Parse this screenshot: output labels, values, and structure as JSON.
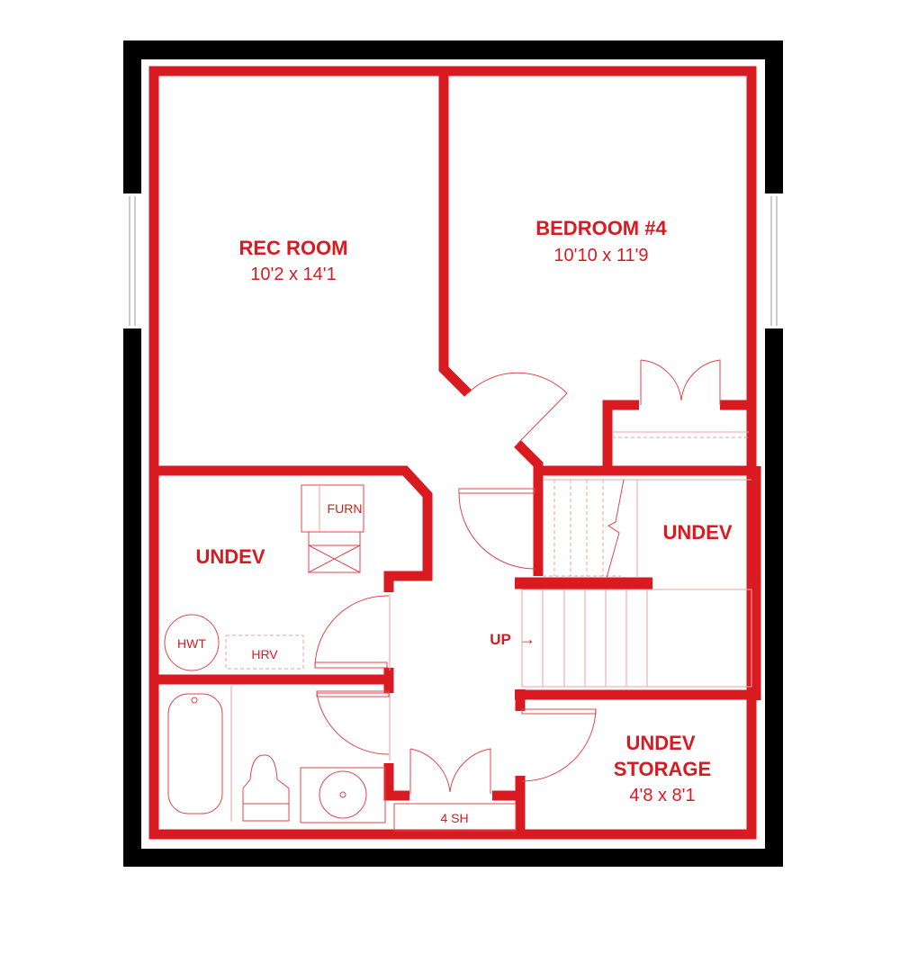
{
  "colors": {
    "wall": "#d91a21",
    "exterior": "#000000"
  },
  "rooms": {
    "rec_room": {
      "name": "REC ROOM",
      "size": "10'2 x 14'1"
    },
    "bedroom4": {
      "name": "BEDROOM #4",
      "size": "10'10 x 11'9"
    },
    "undev_left": {
      "name": "UNDEV"
    },
    "undev_right": {
      "name": "UNDEV"
    },
    "storage": {
      "name_line1": "UNDEV",
      "name_line2": "STORAGE",
      "size": "4'8 x 8'1"
    }
  },
  "fixtures": {
    "furnace": "FURN",
    "hot_water_tank": "HWT",
    "hrv": "HRV",
    "shelf": "4 SH"
  },
  "stairs": {
    "label": "UP",
    "arrow": "→"
  }
}
